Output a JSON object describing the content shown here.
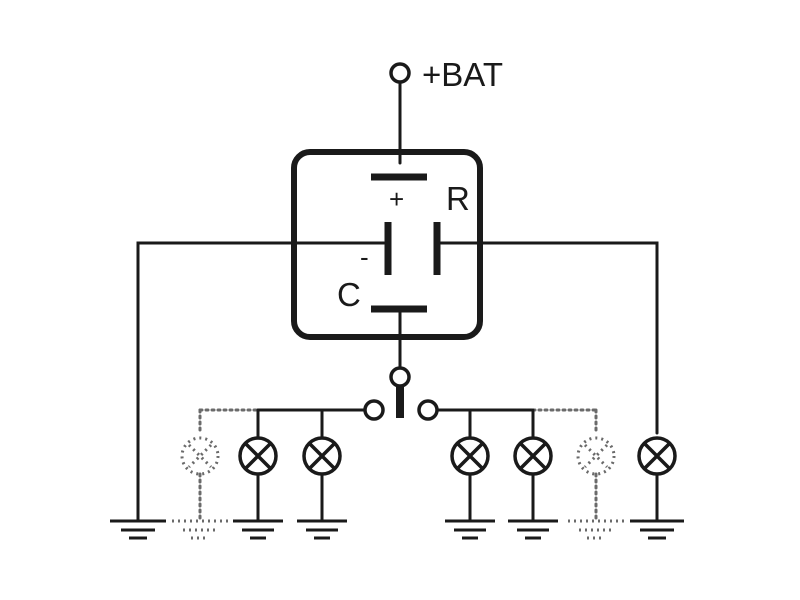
{
  "labels": {
    "battery": "+BAT",
    "plus": "+",
    "r": "R",
    "minus": "-",
    "c": "C"
  },
  "colors": {
    "line": "#1a1a1a",
    "dotted_line": "#6a6a6a",
    "background": "#ffffff"
  },
  "components": {
    "relay_box": "flasher-relay",
    "switch": "three-position-switch",
    "lamps": [
      "lamp",
      "lamp",
      "lamp",
      "lamp",
      "lamp"
    ],
    "optional_lamps": [
      "lamp-optional",
      "lamp-optional"
    ],
    "grounds": 8
  }
}
